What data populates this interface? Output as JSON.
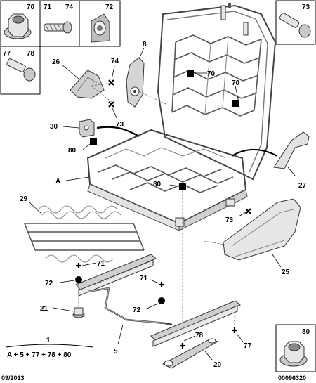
{
  "callouts": {
    "c70a": "70",
    "c71": "71",
    "c74a": "74",
    "c72a": "72",
    "c73a": "73",
    "c77": "77",
    "c78a": "78",
    "c26": "26",
    "c74b": "74",
    "c73b": "73",
    "c8": "8",
    "c70b": "70",
    "c70c": "70",
    "c30": "30",
    "c80a": "80",
    "cA": "A",
    "c80b": "80",
    "c27": "27",
    "c29": "29",
    "c73c": "73",
    "c25": "25",
    "c71b": "71",
    "c72b": "72",
    "c71c": "71",
    "c72c": "72",
    "c21": "21",
    "c5": "5",
    "c78b": "78",
    "c77b": "77",
    "c20": "20",
    "c80c": "80"
  },
  "formula": {
    "ref": "1",
    "text": "A + 5 + 77 + 78 + 80"
  },
  "footer": {
    "date": "09/2013",
    "code": "00096320"
  }
}
